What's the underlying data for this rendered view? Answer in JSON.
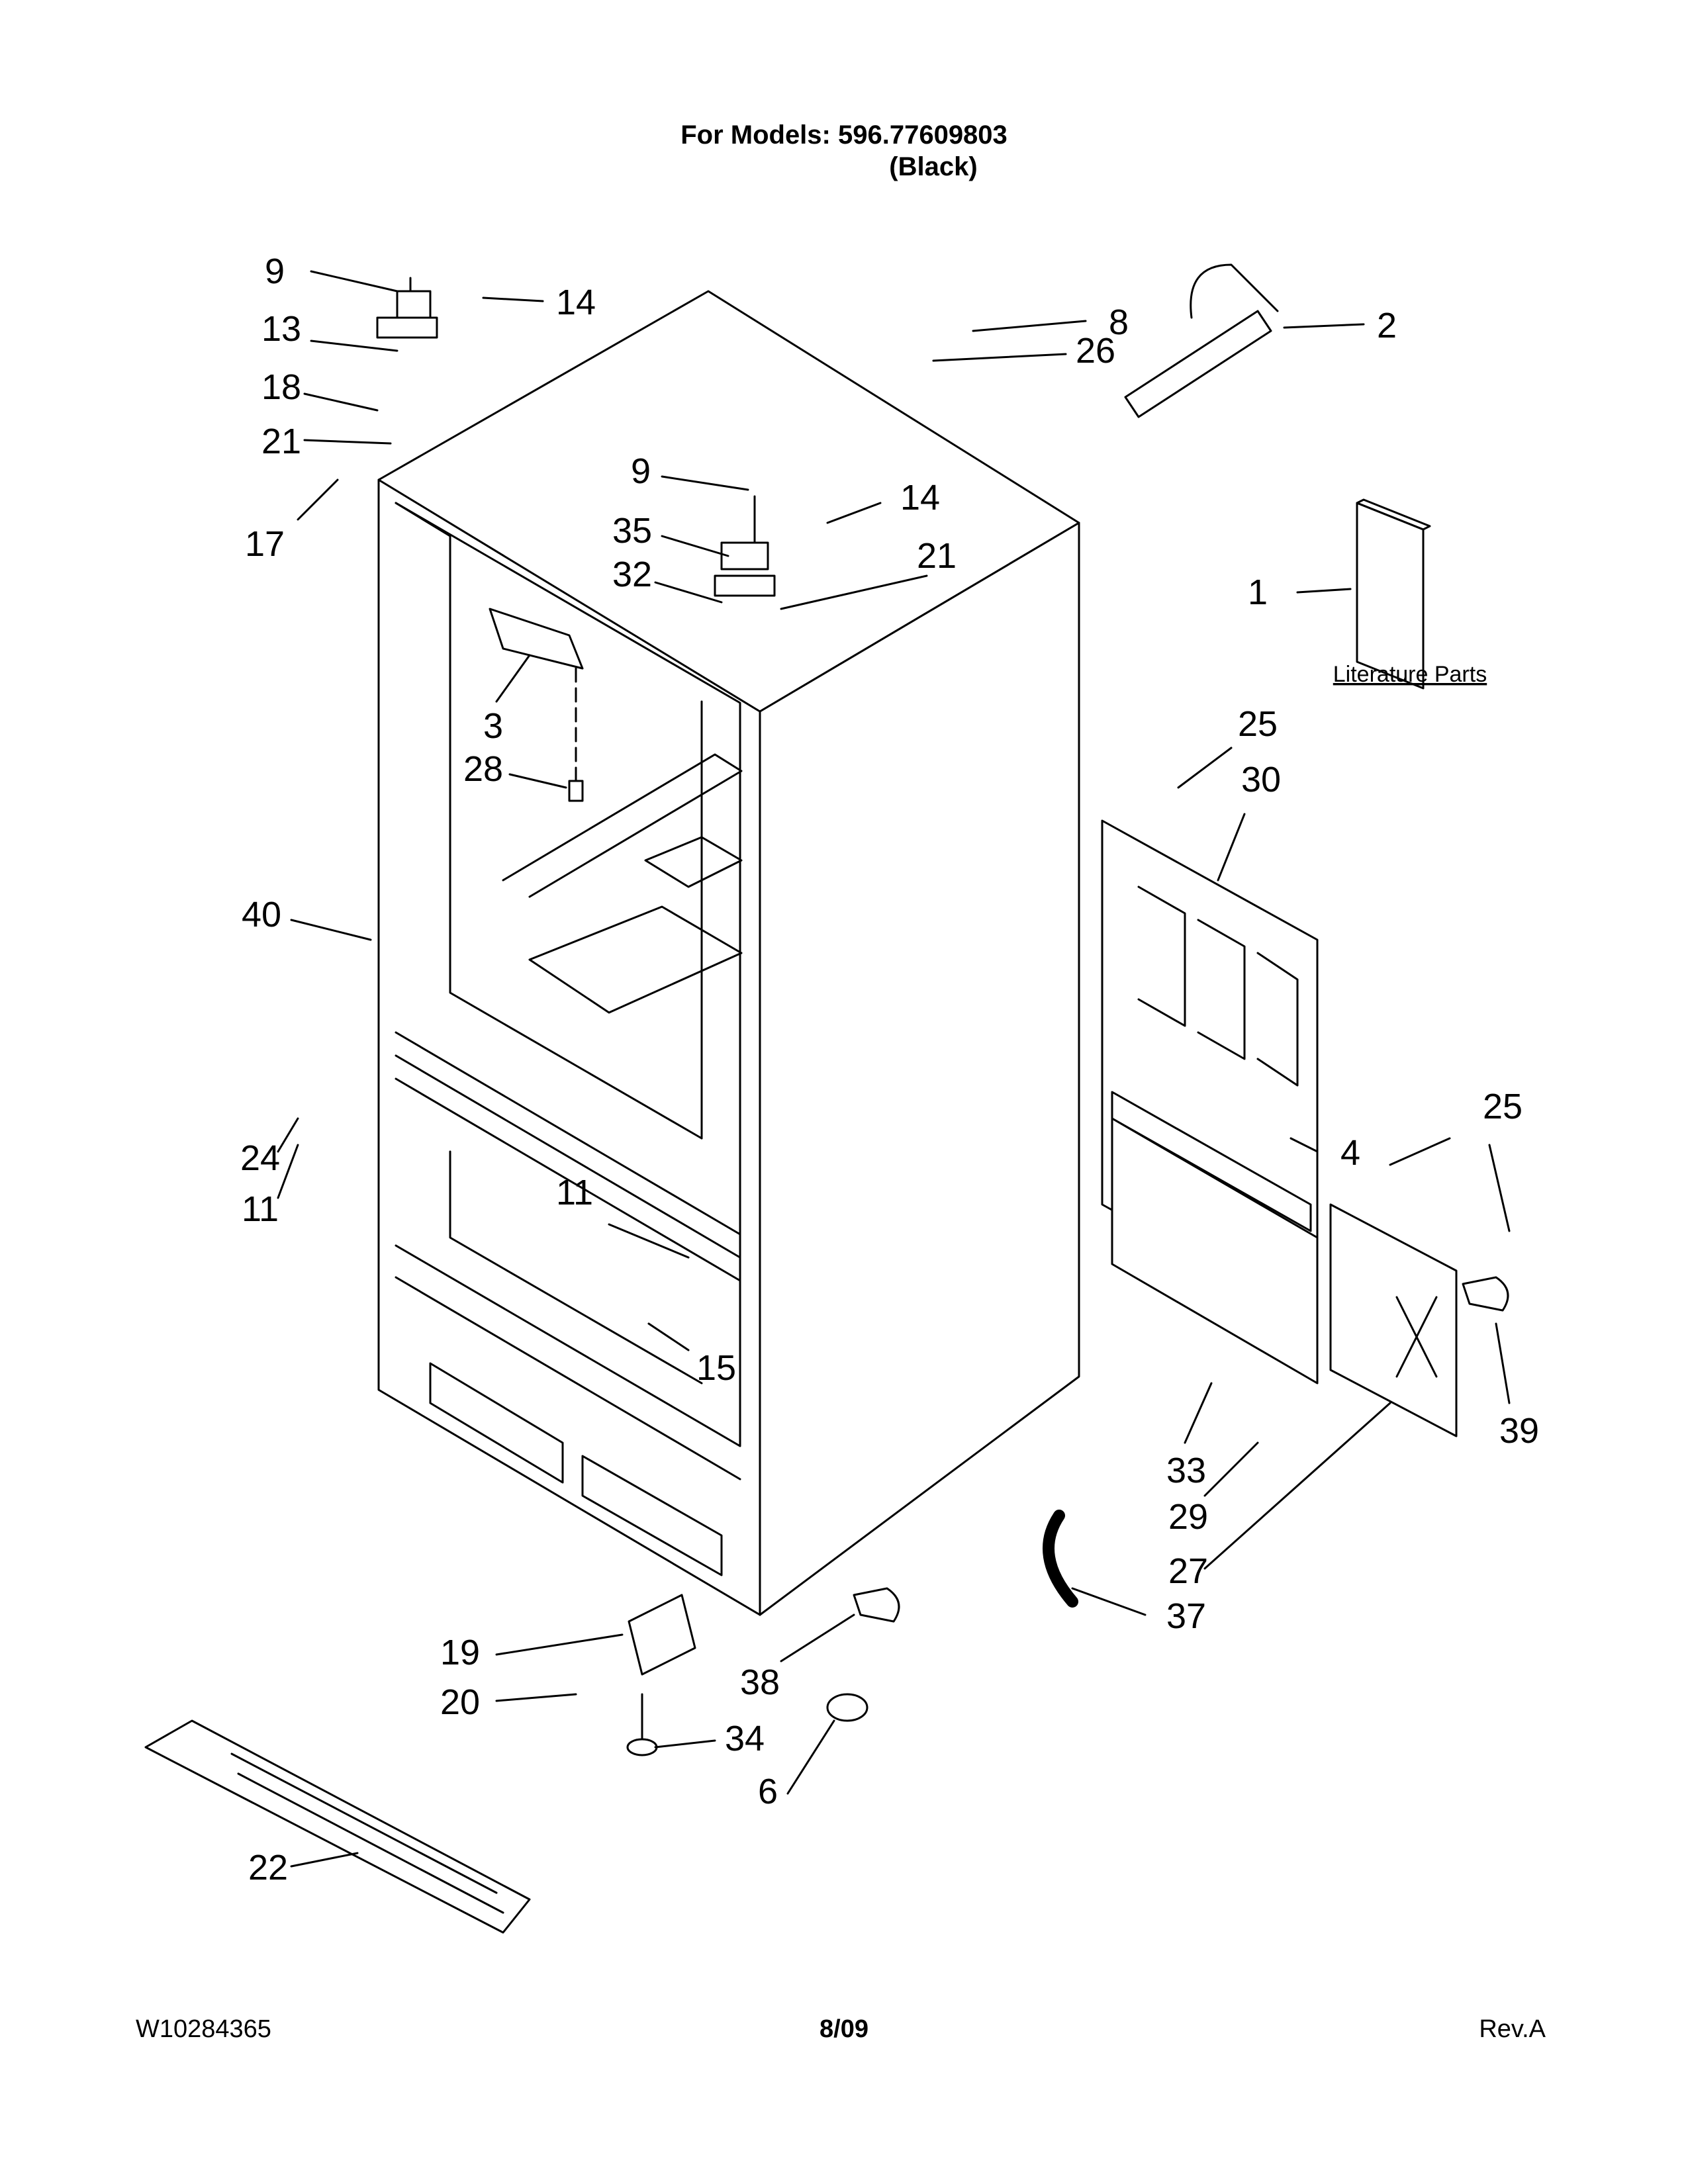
{
  "header": {
    "models_line": "For Models: 596.77609803",
    "color_line": "(Black)"
  },
  "literature_label": "Literature Parts",
  "callouts": [
    "9",
    "14",
    "8",
    "2",
    "13",
    "26",
    "18",
    "21",
    "17",
    "9",
    "14",
    "35",
    "21",
    "32",
    "1",
    "3",
    "28",
    "25",
    "30",
    "40",
    "24",
    "11",
    "4",
    "25",
    "11",
    "15",
    "33",
    "39",
    "29",
    "27",
    "37",
    "19",
    "20",
    "38",
    "34",
    "6",
    "22"
  ],
  "footer": {
    "doc_number": "W10284365",
    "date": "8/09",
    "revision": "Rev.A"
  }
}
